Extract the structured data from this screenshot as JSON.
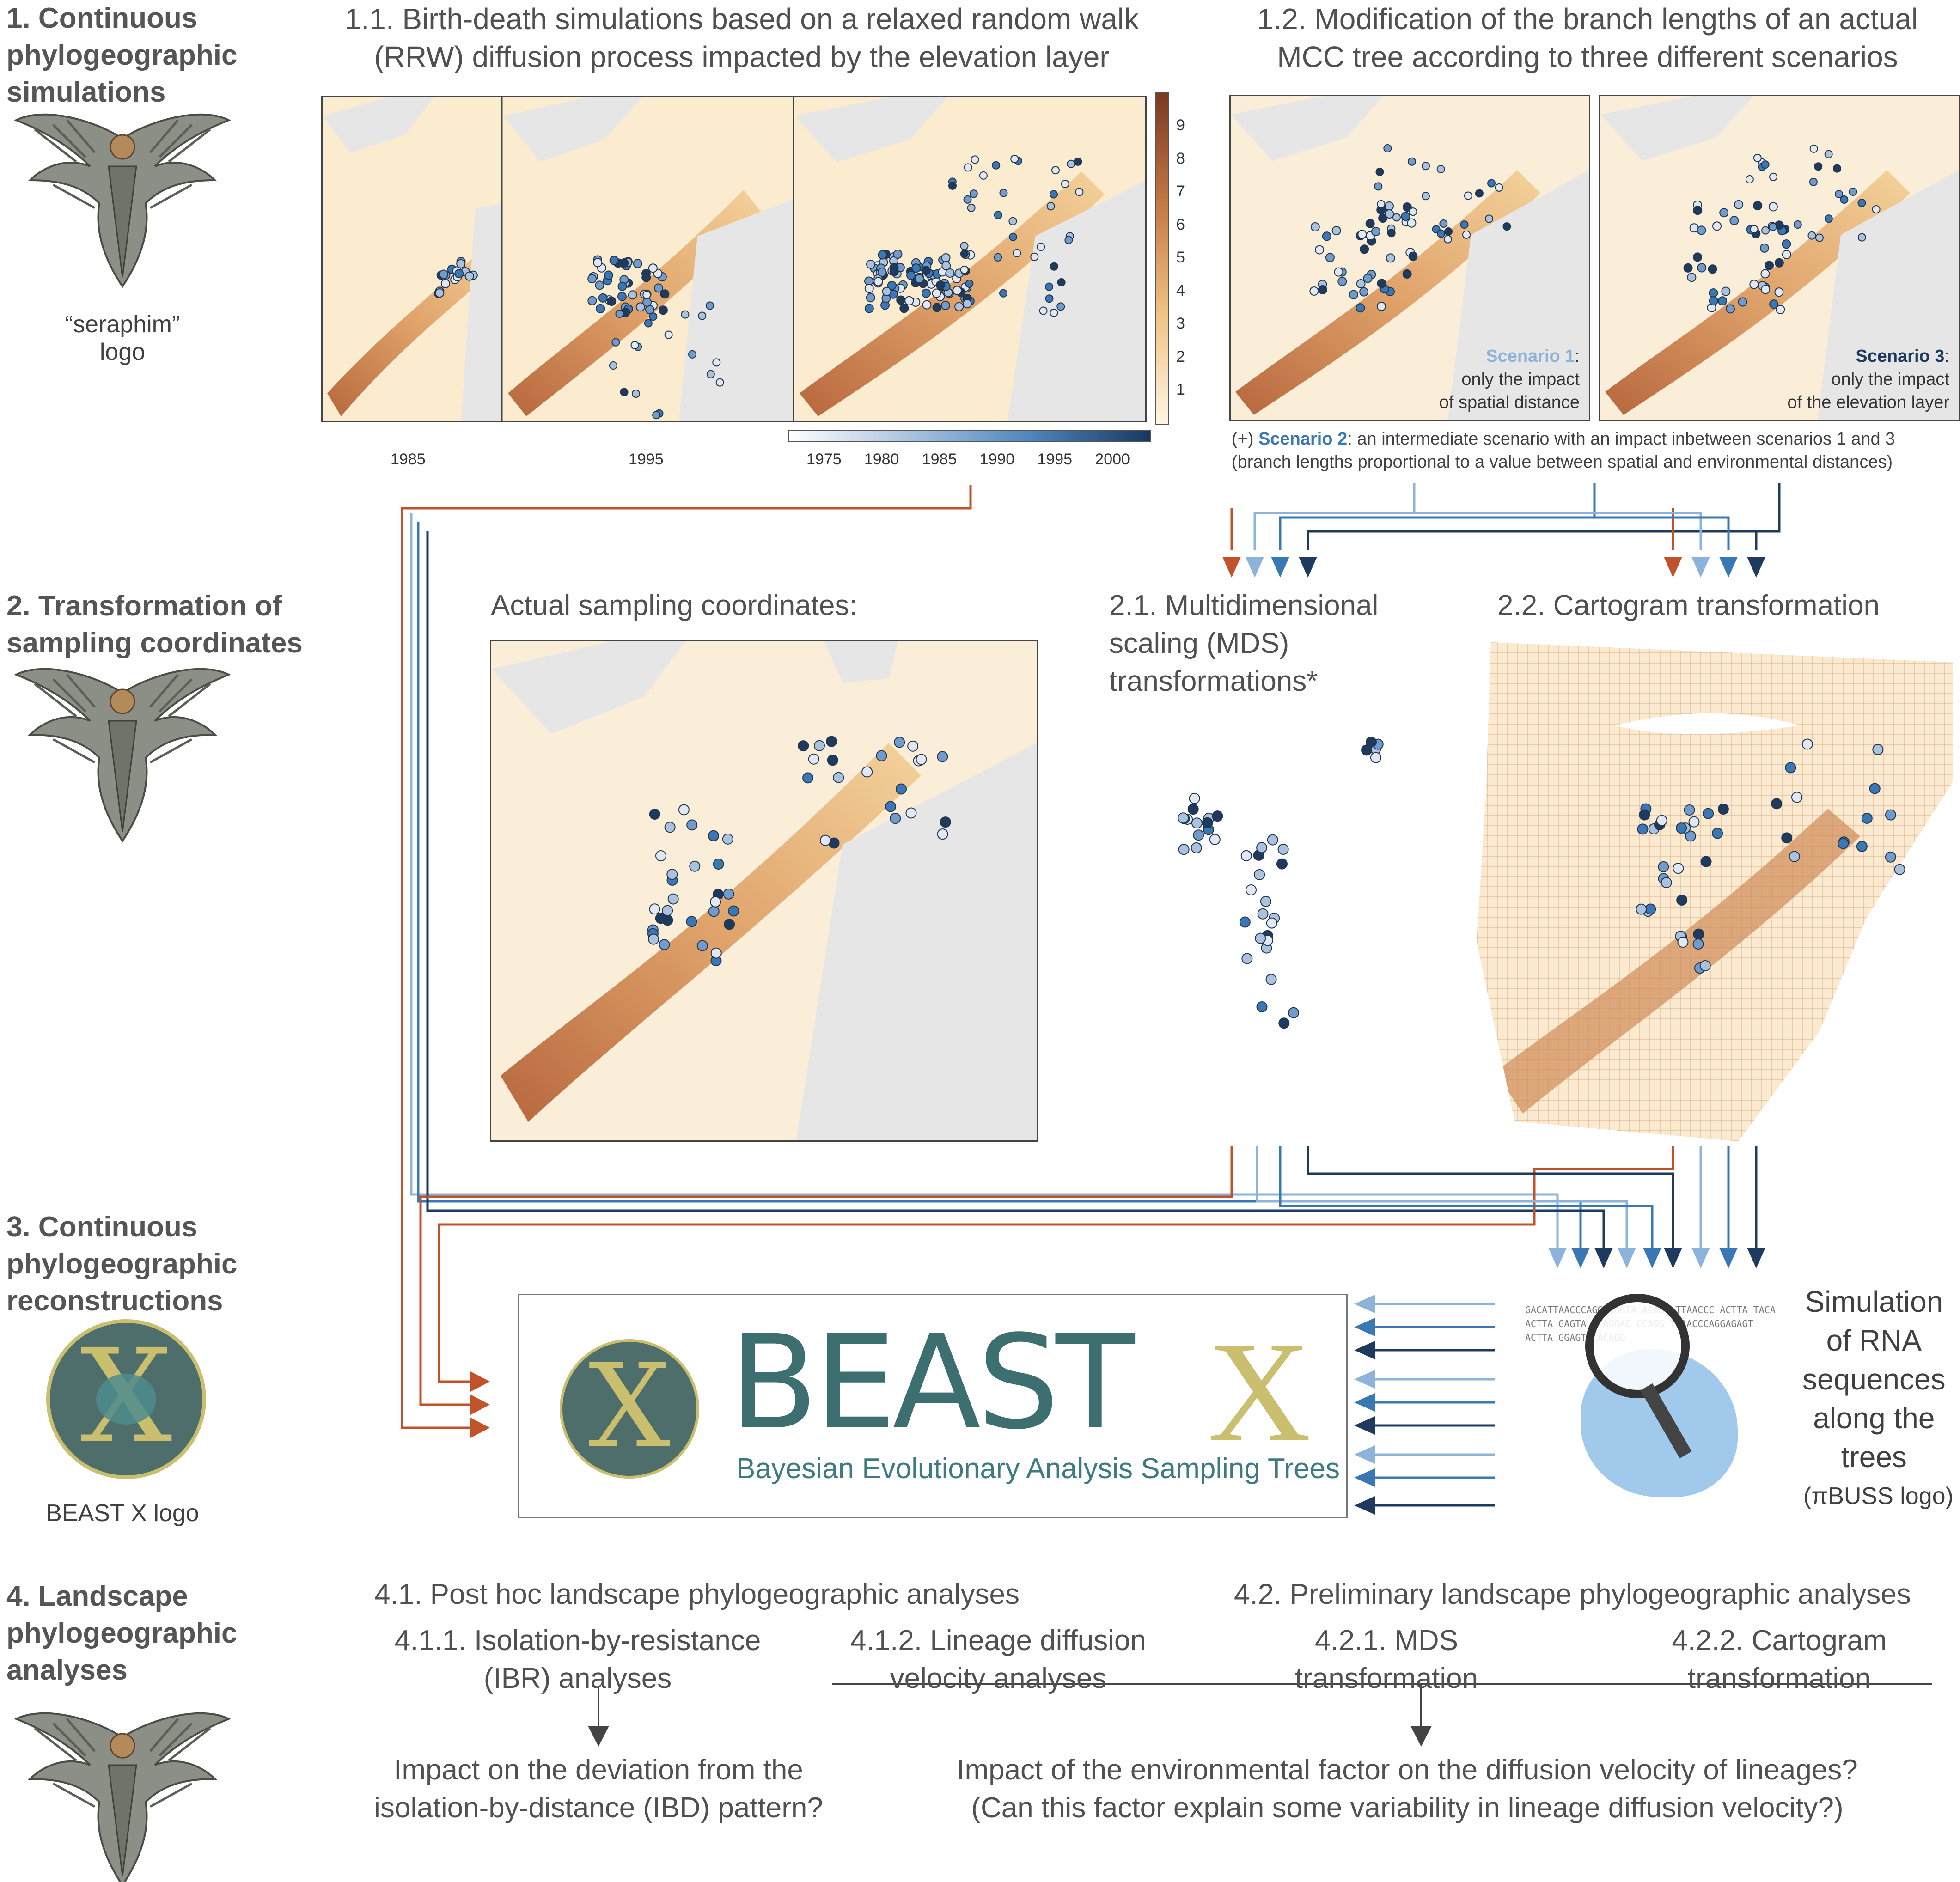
{
  "colors": {
    "arrow_orange": "#c0532a",
    "blue_light": "#8db3da",
    "blue_mid": "#3a78b5",
    "blue_dark": "#1e3a5f",
    "map_low": "#fcf3dd",
    "map_high": "#a8552c",
    "land_gray": "#e6e6e6",
    "beast_teal": "#3d6f70",
    "beast_gold": "#c9bf6e"
  },
  "icons": [
    "seraphim-logo",
    "beast-x-logo",
    "pibuss-logo"
  ],
  "sections": [
    {
      "label": "1. Continuous\nphylogeographic\nsimulations",
      "logo_caption": "“seraphim” logo"
    },
    {
      "label": "2. Transformation of\nsampling coordinates"
    },
    {
      "label": "3. Continuous\nphylogeographic\nreconstructions",
      "logo_caption": "BEAST X logo"
    },
    {
      "label": "4. Landscape\nphylogeographic\nanalyses"
    }
  ],
  "step_1_1": {
    "title": "1.1. Birth-death simulations based on a relaxed random walk\n(RRW) diffusion process impacted by the elevation layer",
    "snapshot_labels": [
      "1985",
      "1995"
    ],
    "elevation_legend": [
      "9",
      "8",
      "7",
      "6",
      "5",
      "4",
      "3",
      "2",
      "1"
    ],
    "time_legend": [
      "1975",
      "1980",
      "1985",
      "1990",
      "1995",
      "2000"
    ]
  },
  "step_1_2": {
    "title": "1.2. Modification of the branch lengths of an actual\nMCC tree according to three different scenarios",
    "scenario1_name": "Scenario 1",
    "scenario1_text": ":\nonly the impact\nof spatial distance",
    "scenario3_name": "Scenario 3",
    "scenario3_text": ":\nonly the impact\nof the elevation layer",
    "note_prefix": "(+) ",
    "scenario2_name": "Scenario 2",
    "note_text": ": an intermediate scenario with an impact inbetween scenarios 1 and 3\n(branch lengths proportional to a value between spatial and environmental distances)"
  },
  "step_2": {
    "actual_title": "Actual sampling coordinates:",
    "mds_title": "2.1. Multidimensional\nscaling (MDS)\ntransformations*",
    "cartogram_title": "2.2. Cartogram transformation"
  },
  "step_3": {
    "beast_word": "BEAST",
    "beast_x": "X",
    "beast_subtitle": "Bayesian Evolutionary Analysis Sampling Trees",
    "sim_text": "Simulation\nof RNA\nsequences\nalong the\ntrees",
    "sim_caption": "(πBUSS logo)"
  },
  "step_4": {
    "posthoc_title": "4.1. Post hoc landscape phylogeographic analyses",
    "ibr_title": "4.1.1. Isolation-by-resistance\n(IBR) analyses",
    "velocity_title": "4.1.2. Lineage diffusion\nvelocity analyses",
    "prelim_title": "4.2. Preliminary landscape phylogeographic analyses",
    "mds_title": "4.2.1. MDS\ntransformation",
    "cartogram_title": "4.2.2. Cartogram\ntransformation",
    "question_ibd": "Impact on the deviation from the\nisolation-by-distance (IBD) pattern?",
    "question_velocity": "Impact of the environmental factor on the diffusion velocity of lineages?\n(Can this factor explain some variability in lineage diffusion velocity?)"
  }
}
